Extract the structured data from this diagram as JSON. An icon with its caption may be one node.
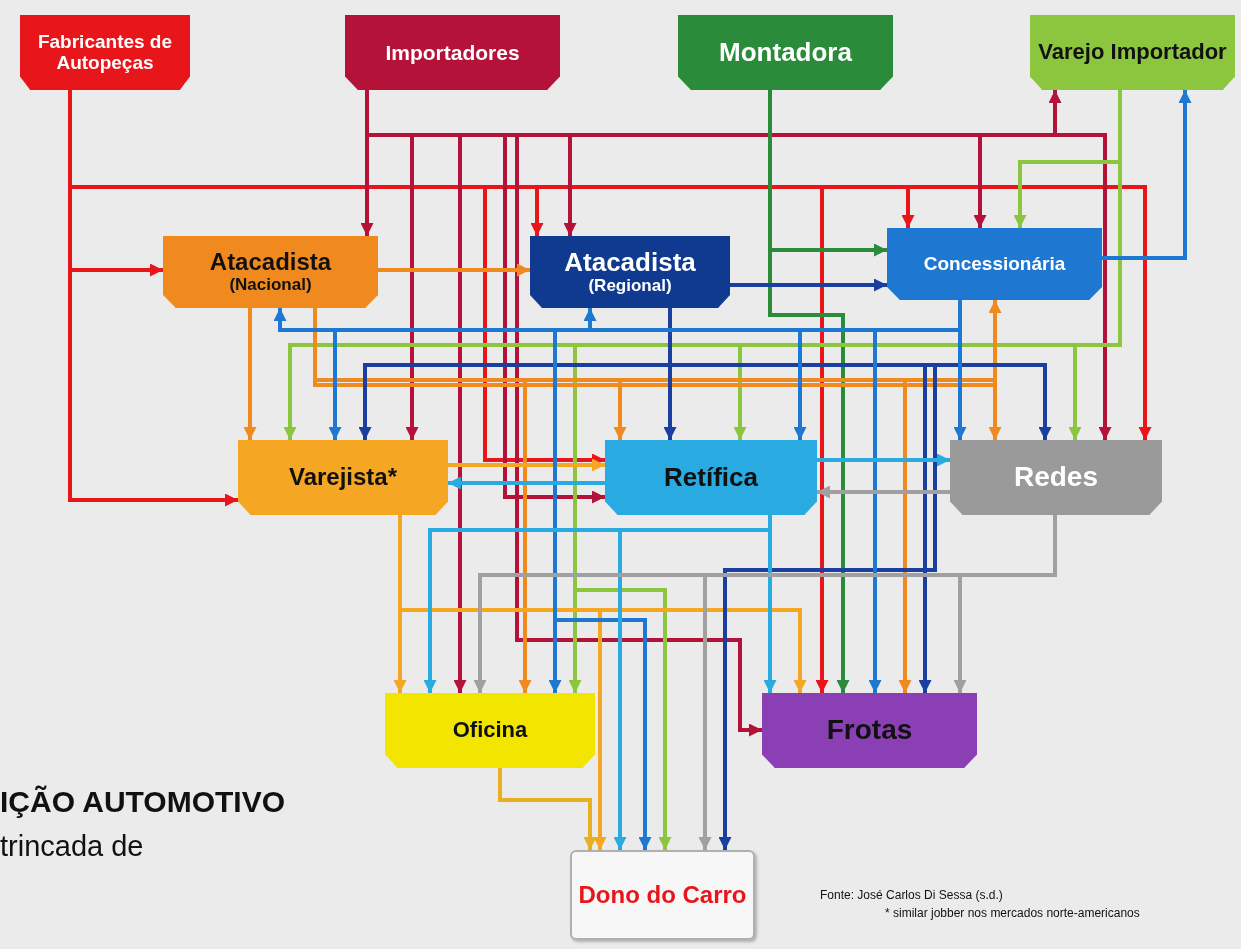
{
  "diagram": {
    "nodes": [
      {
        "text": [
          "Fabricantes de Autopeças"
        ]
      },
      {
        "text": [
          "Importadores"
        ]
      },
      {
        "text": [
          "Montadora"
        ]
      },
      {
        "text": [
          "Varejo Importador"
        ]
      },
      {
        "text": [
          "Atacadista",
          "(Nacional)"
        ]
      },
      {
        "text": [
          "Atacadista",
          "(Regional)"
        ]
      },
      {
        "text": [
          "Concessionária"
        ]
      },
      {
        "text": [
          "Varejista*"
        ]
      },
      {
        "text": [
          "Retífica"
        ]
      },
      {
        "text": [
          "Redes"
        ]
      },
      {
        "text": [
          "Oficina"
        ]
      },
      {
        "text": [
          "Frotas"
        ]
      },
      {
        "text": [
          "Dono do Carro"
        ]
      }
    ],
    "edges": [
      {
        "from": 0,
        "to": 4,
        "arrow": "to",
        "color": "#e8151b"
      },
      {
        "from": 0,
        "to": 7,
        "arrow": "to",
        "color": "#e8151b"
      },
      {
        "from": 0,
        "to": 5,
        "arrow": "to",
        "color": "#e8151b"
      },
      {
        "from": 0,
        "to": 6,
        "arrow": "to",
        "color": "#e8151b"
      },
      {
        "from": 0,
        "to": 9,
        "arrow": "to",
        "color": "#e8151b"
      },
      {
        "from": 0,
        "to": 8,
        "arrow": "to",
        "color": "#e8151b"
      },
      {
        "from": 0,
        "to": 11,
        "arrow": "to",
        "color": "#e8151b"
      },
      {
        "from": 1,
        "to": 4,
        "arrow": "to",
        "color": "#b5123a"
      },
      {
        "from": 1,
        "to": 5,
        "arrow": "to",
        "color": "#b5123a"
      },
      {
        "from": 1,
        "to": 6,
        "arrow": "to",
        "color": "#b5123a"
      },
      {
        "from": 1,
        "to": 3,
        "arrow": "to",
        "color": "#b5123a"
      },
      {
        "from": 1,
        "to": 9,
        "arrow": "to",
        "color": "#b5123a"
      },
      {
        "from": 1,
        "to": 7,
        "arrow": "to",
        "color": "#b5123a"
      },
      {
        "from": 1,
        "to": 10,
        "arrow": "to",
        "color": "#b5123a"
      },
      {
        "from": 1,
        "to": 8,
        "arrow": "to",
        "color": "#b5123a"
      },
      {
        "from": 1,
        "to": 11,
        "arrow": "to",
        "color": "#b5123a"
      },
      {
        "from": 2,
        "to": 6,
        "arrow": "to",
        "color": "#2a8c3a"
      },
      {
        "from": 2,
        "to": 11,
        "arrow": "to",
        "color": "#2a8c3a"
      },
      {
        "from": 3,
        "to": 6,
        "arrow": "to",
        "color": "#8cc63f"
      },
      {
        "from": 3,
        "to": 7,
        "arrow": "to",
        "color": "#8cc63f"
      },
      {
        "from": 3,
        "to": 8,
        "arrow": "to",
        "color": "#8cc63f"
      },
      {
        "from": 3,
        "to": 9,
        "arrow": "to",
        "color": "#8cc63f"
      },
      {
        "from": 3,
        "to": 10,
        "arrow": "to",
        "color": "#8cc63f"
      },
      {
        "from": 3,
        "to": 12,
        "arrow": "to",
        "color": "#8cc63f"
      },
      {
        "from": 4,
        "to": 5,
        "arrow": "to",
        "color": "#f08a1e"
      },
      {
        "from": 4,
        "to": 7,
        "arrow": "to",
        "color": "#f08a1e"
      },
      {
        "from": 4,
        "to": 8,
        "arrow": "to",
        "color": "#f08a1e"
      },
      {
        "from": 4,
        "to": 9,
        "arrow": "to",
        "color": "#f08a1e"
      },
      {
        "from": 4,
        "to": 6,
        "arrow": "to",
        "color": "#f08a1e"
      },
      {
        "from": 4,
        "to": 10,
        "arrow": "to",
        "color": "#f08a1e"
      },
      {
        "from": 4,
        "to": 11,
        "arrow": "to",
        "color": "#f08a1e"
      },
      {
        "from": 7,
        "to": 8,
        "arrow": "to",
        "color": "#f5a623"
      },
      {
        "from": 7,
        "to": 10,
        "arrow": "to",
        "color": "#f5a623"
      },
      {
        "from": 7,
        "to": 11,
        "arrow": "to",
        "color": "#f5a623"
      },
      {
        "from": 7,
        "to": 12,
        "arrow": "to",
        "color": "#f5a623"
      },
      {
        "from": 5,
        "to": 6,
        "arrow": "to",
        "color": "#1a3f9e"
      },
      {
        "from": 5,
        "to": 8,
        "arrow": "to",
        "color": "#1a3f9e"
      },
      {
        "from": 5,
        "to": 7,
        "arrow": "to",
        "color": "#1a3f9e"
      },
      {
        "from": 5,
        "to": 9,
        "arrow": "to",
        "color": "#1a3f9e"
      },
      {
        "from": 5,
        "to": 11,
        "arrow": "to",
        "color": "#1a3f9e"
      },
      {
        "from": 5,
        "to": 12,
        "arrow": "to",
        "color": "#1a3f9e"
      },
      {
        "from": 6,
        "to": 3,
        "arrow": "to",
        "color": "#1e78d2"
      },
      {
        "from": 6,
        "to": 9,
        "arrow": "to",
        "color": "#1e78d2"
      },
      {
        "from": 6,
        "to": 4,
        "arrow": "to",
        "color": "#1e78d2"
      },
      {
        "from": 6,
        "to": 5,
        "arrow": "to",
        "color": "#1e78d2"
      },
      {
        "from": 6,
        "to": 7,
        "arrow": "to",
        "color": "#1e78d2"
      },
      {
        "from": 6,
        "to": 8,
        "arrow": "to",
        "color": "#1e78d2"
      },
      {
        "from": 6,
        "to": 10,
        "arrow": "to",
        "color": "#1e78d2"
      },
      {
        "from": 6,
        "to": 11,
        "arrow": "to",
        "color": "#1e78d2"
      },
      {
        "from": 6,
        "to": 12,
        "arrow": "to",
        "color": "#1e78d2"
      },
      {
        "from": 8,
        "to": 9,
        "arrow": "to",
        "color": "#29aae1"
      },
      {
        "from": 8,
        "to": 7,
        "arrow": "to",
        "color": "#29aae1"
      },
      {
        "from": 8,
        "to": 10,
        "arrow": "to",
        "color": "#29aae1"
      },
      {
        "from": 8,
        "to": 11,
        "arrow": "to",
        "color": "#29aae1"
      },
      {
        "from": 8,
        "to": 12,
        "arrow": "to",
        "color": "#29aae1"
      },
      {
        "from": 9,
        "to": 8,
        "arrow": "to",
        "color": "#a0a0a0"
      },
      {
        "from": 9,
        "to": 10,
        "arrow": "to",
        "color": "#a0a0a0"
      },
      {
        "from": 9,
        "to": 11,
        "arrow": "to",
        "color": "#a0a0a0"
      },
      {
        "from": 9,
        "to": 12,
        "arrow": "to",
        "color": "#a0a0a0"
      },
      {
        "from": 10,
        "to": 12,
        "arrow": "to",
        "color": "#e8b020"
      }
    ],
    "labels": [
      "IÇÃO AUTOMOTIVO",
      "trincada de",
      "Fonte: José Carlos Di Sessa (s.d.)",
      "* similar jobber nos mercados norte-americanos"
    ]
  }
}
